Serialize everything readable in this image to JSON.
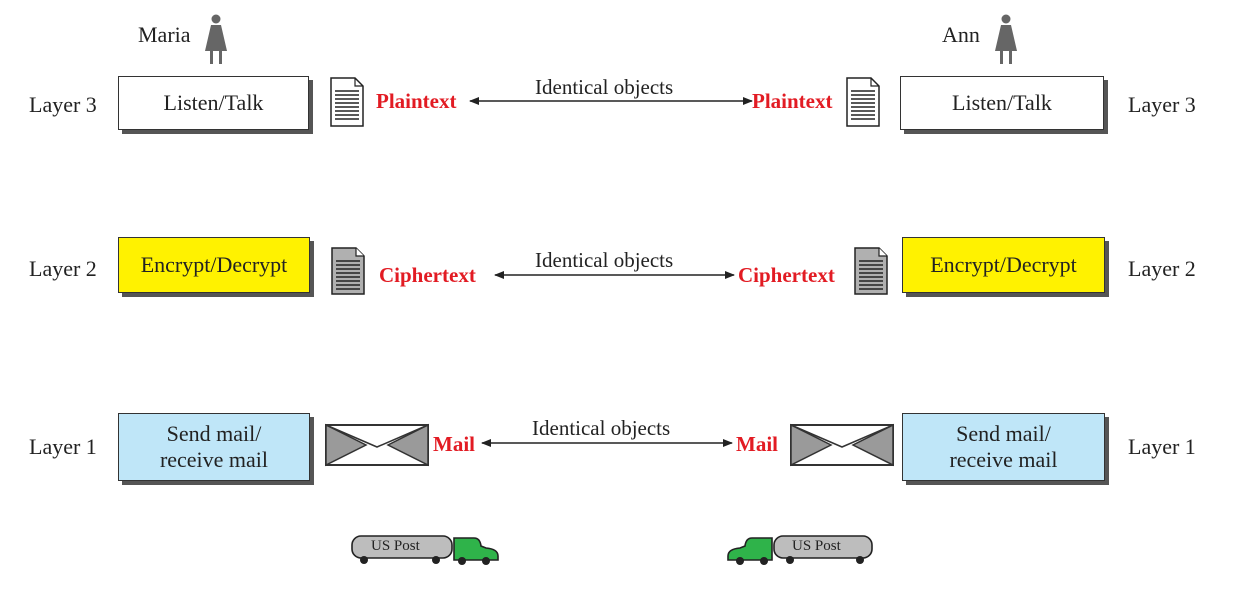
{
  "people": {
    "left": "Maria",
    "right": "Ann"
  },
  "layers": [
    {
      "left_label": "Layer 3",
      "right_label": "Layer 3",
      "box_text": "Listen/Talk",
      "object": "Plaintext",
      "relation": "Identical objects",
      "box_color": "#ffffff",
      "doc_fill": "#ffffff"
    },
    {
      "left_label": "Layer 2",
      "right_label": "Layer 2",
      "box_text": "Encrypt/Decrypt",
      "object": "Ciphertext",
      "relation": "Identical objects",
      "box_color": "#fff200",
      "doc_fill": "#b0b0b0"
    },
    {
      "left_label": "Layer 1",
      "right_label": "Layer 1",
      "box_text": "Send mail/\nreceive mail",
      "object": "Mail",
      "relation": "Identical objects",
      "box_color": "#bfe6f8",
      "doc_fill": "#ffffff"
    }
  ],
  "trucks": {
    "left_label": "US Post",
    "right_label": "US Post"
  },
  "colors": {
    "object_text": "#e21b23",
    "truck_cab": "#2fb34a",
    "truck_body": "#bdbdbd"
  },
  "icons": [
    "person-icon",
    "document-icon",
    "envelope-icon",
    "truck-icon"
  ]
}
